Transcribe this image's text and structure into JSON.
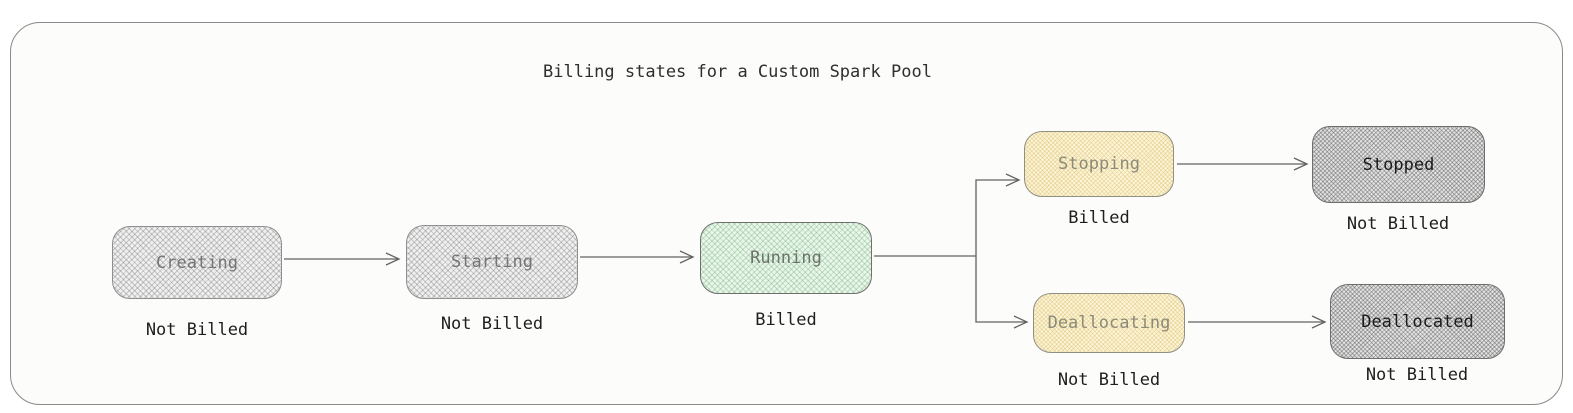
{
  "title": "Billing states for a Custom Spark Pool",
  "nodes": [
    {
      "label": "Creating",
      "billing": "Not Billed",
      "style": "gray"
    },
    {
      "label": "Starting",
      "billing": "Not Billed",
      "style": "gray"
    },
    {
      "label": "Running",
      "billing": "Billed",
      "style": "green"
    },
    {
      "label": "Stopping",
      "billing": "Billed",
      "style": "cream"
    },
    {
      "label": "Stopped",
      "billing": "Not Billed",
      "style": "darkgray"
    },
    {
      "label": "Deallocating",
      "billing": "Not Billed",
      "style": "cream"
    },
    {
      "label": "Deallocated",
      "billing": "Not Billed",
      "style": "darkgray"
    }
  ],
  "edges": [
    {
      "from": "Creating",
      "to": "Starting"
    },
    {
      "from": "Starting",
      "to": "Running"
    },
    {
      "from": "Running",
      "to": "Stopping"
    },
    {
      "from": "Running",
      "to": "Deallocating"
    },
    {
      "from": "Stopping",
      "to": "Stopped"
    },
    {
      "from": "Deallocating",
      "to": "Deallocated"
    }
  ],
  "colors": {
    "gray_fill": "#efefef",
    "dark_gray_fill": "#e2e2e2",
    "green_fill": "#eaf6ea",
    "cream_fill": "#fdf6d8",
    "box_border": "#8a8a8a",
    "arrow": "#636363",
    "frame_border": "#8a8a8a",
    "canvas_background": "#fcfcfa"
  }
}
